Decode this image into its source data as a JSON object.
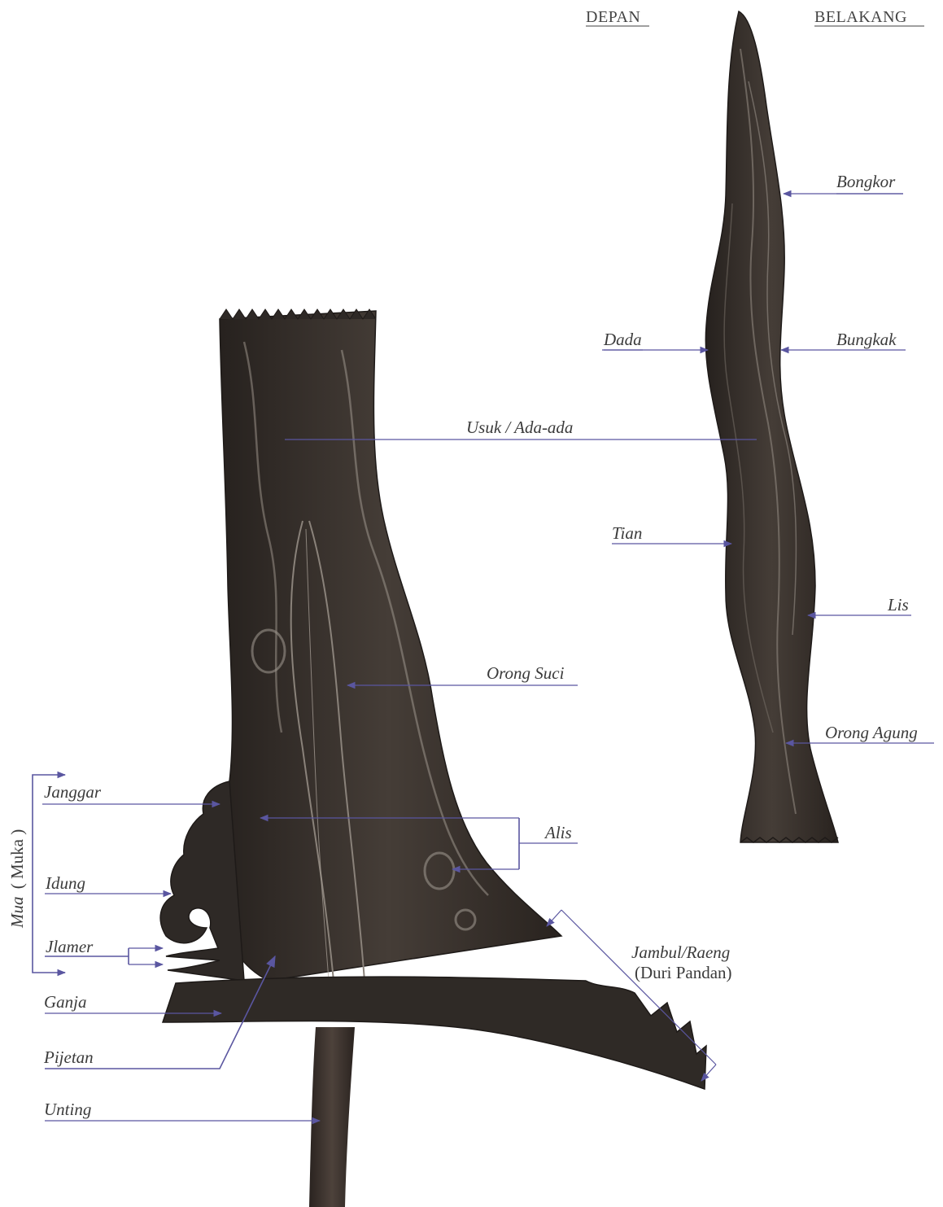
{
  "headers": {
    "front": "DEPAN",
    "back": "BELAKANG"
  },
  "side_label": {
    "italic": "Mua",
    "normal": "( Muka )"
  },
  "labels": {
    "bongkor": "Bongkor",
    "dada": "Dada",
    "bungkak": "Bungkak",
    "usuk": "Usuk / Ada-ada",
    "tian": "Tian",
    "lis": "Lis",
    "orong_suci": "Orong Suci",
    "orong_agung": "Orong Agung",
    "janggar": "Janggar",
    "alis": "Alis",
    "idung": "Idung",
    "jlamer": "Jlamer",
    "jambul_line1": "Jambul/Raeng",
    "jambul_line2": "(Duri Pandan)",
    "ganja": "Ganja",
    "pijetan": "Pijetan",
    "unting": "Unting"
  },
  "colors": {
    "leader": "#5a56a0",
    "text": "#3b3b3b",
    "blade_dark": "#2e2926",
    "blade_mid": "#4a423c",
    "pamor": "#9a928a"
  }
}
